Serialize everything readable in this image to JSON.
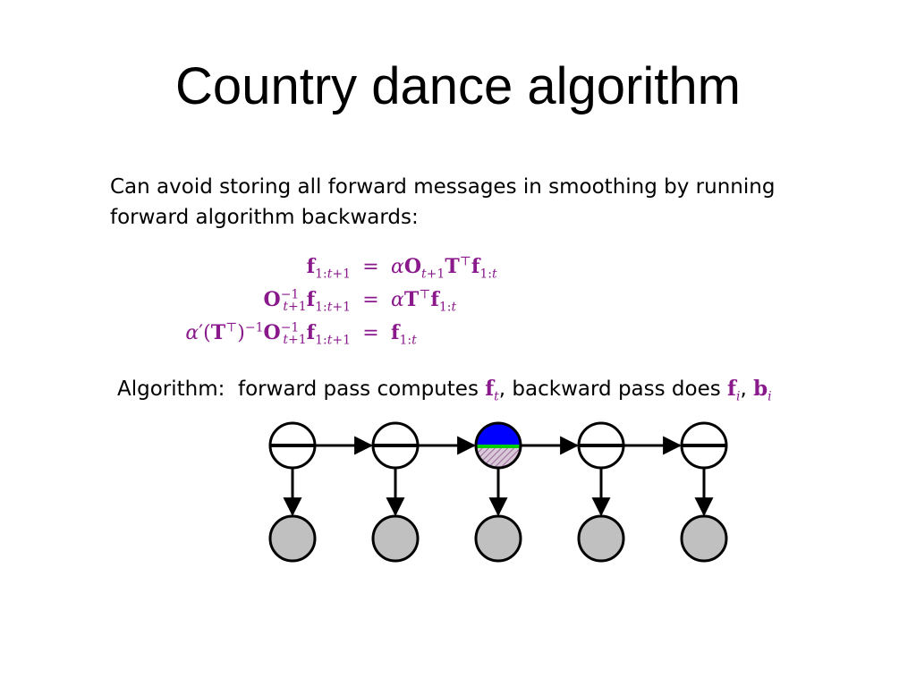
{
  "title": "Country dance algorithm",
  "intro": {
    "line1": "Can avoid storing all forward messages in smoothing by running",
    "line2": "forward algorithm backwards:"
  },
  "equations": [
    {
      "lhs": "f1:t+1",
      "rhs": "αOt+1T⊤f1:t"
    },
    {
      "lhs": "O−1t+1f1:t+1",
      "rhs": "αT⊤f1:t"
    },
    {
      "lhs": "α′(T⊤)−1O−1t+1f1:t+1",
      "rhs": "f1:t"
    }
  ],
  "algorithm": {
    "prefix": "Algorithm:",
    "text_before": "forward pass computes",
    "sym_f": "f",
    "sub_t": "t",
    "text_middle": ", backward pass does",
    "sym_fi": "f",
    "sub_i": "i",
    "comma": ",",
    "sym_b": "b",
    "sub_i2": "i"
  },
  "diagram": {
    "state_count": 5,
    "highlight_index": 2,
    "colors": {
      "node_fill": "#ffffff",
      "observed_fill": "#c0c0c0",
      "forward_half": "#0000ff",
      "backward_half": "#00cc00",
      "hatch": "#a070a0",
      "stroke": "#000000",
      "math": "#8a1a8c"
    }
  }
}
